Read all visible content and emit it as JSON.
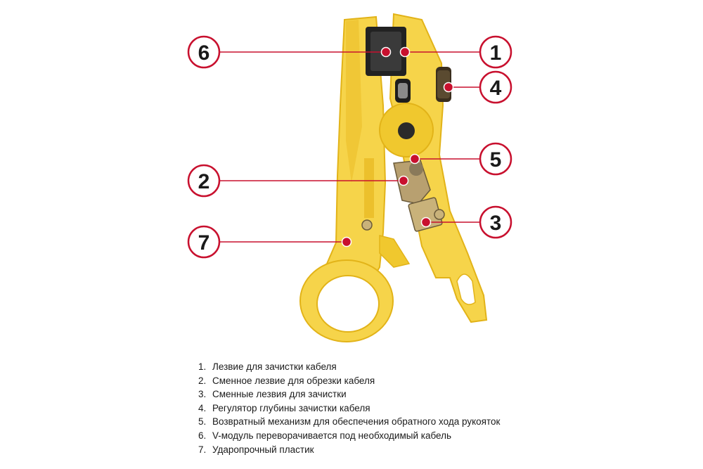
{
  "callouts": [
    {
      "number": "1"
    },
    {
      "number": "2"
    },
    {
      "number": "3"
    },
    {
      "number": "4"
    },
    {
      "number": "5"
    },
    {
      "number": "6"
    },
    {
      "number": "7"
    }
  ],
  "legend": [
    {
      "index": "1.",
      "text": "Лезвие для зачистки кабеля"
    },
    {
      "index": "2.",
      "text": "Сменное лезвие для обрезки кабеля"
    },
    {
      "index": "3.",
      "text": "Сменные лезвия для зачистки"
    },
    {
      "index": "4.",
      "text": "Регулятор глубины зачистки кабеля"
    },
    {
      "index": "5.",
      "text": "Возвратный механизм  для обеспечения обратного хода рукояток"
    },
    {
      "index": "6.",
      "text": "V-модуль переворачивается под необходимый кабель"
    },
    {
      "index": "7.",
      "text": "Ударопрочный пластик"
    }
  ],
  "colors": {
    "tool_body": "#f6d44a",
    "tool_shade": "#e8b820",
    "callout_line": "#c8102e",
    "callout_dot": "#c8102e",
    "text": "#1a1a1a"
  }
}
